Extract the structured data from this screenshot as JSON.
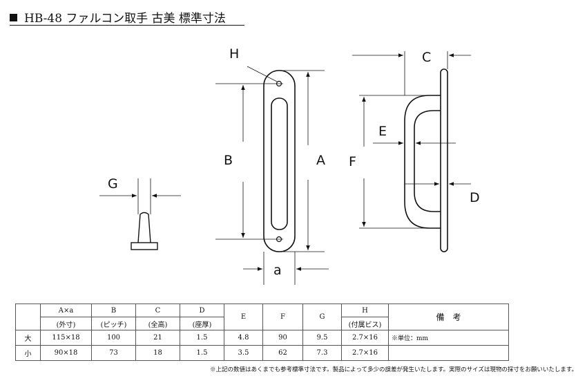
{
  "title": "HB-48  ファルコン取手  古美  標準寸法",
  "drawing_labels": {
    "H": "H",
    "B": "B",
    "A": "A",
    "a": "a",
    "C": "C",
    "E": "E",
    "F": "F",
    "D": "D",
    "G": "G"
  },
  "table": {
    "headers": [
      {
        "top": "",
        "bottom": ""
      },
      {
        "top": "A×a",
        "bottom": "(外寸)"
      },
      {
        "top": "B",
        "bottom": "(ピッチ)"
      },
      {
        "top": "C",
        "bottom": "(全高)"
      },
      {
        "top": "D",
        "bottom": "(座厚)"
      },
      {
        "top": "E",
        "bottom": ""
      },
      {
        "top": "F",
        "bottom": ""
      },
      {
        "top": "G",
        "bottom": ""
      },
      {
        "top": "H",
        "bottom": "(付属ビス)"
      },
      {
        "top": "備　考",
        "bottom": ""
      }
    ],
    "rows": [
      {
        "size": "大",
        "values": [
          "115×18",
          "100",
          "21",
          "1.5",
          "4.8",
          "90",
          "9.5",
          "2.7×16"
        ]
      },
      {
        "size": "小",
        "values": [
          "90×18",
          "73",
          "18",
          "1.5",
          "3.5",
          "62",
          "7.3",
          "2.7×16"
        ]
      }
    ],
    "remark": "※単位：mm"
  },
  "note": "※上記の数値はあくまでも参考標準寸法です。製品によって多少の誤差が発生いたします。実際のサイズは現物の採寸をお願いいたします。"
}
